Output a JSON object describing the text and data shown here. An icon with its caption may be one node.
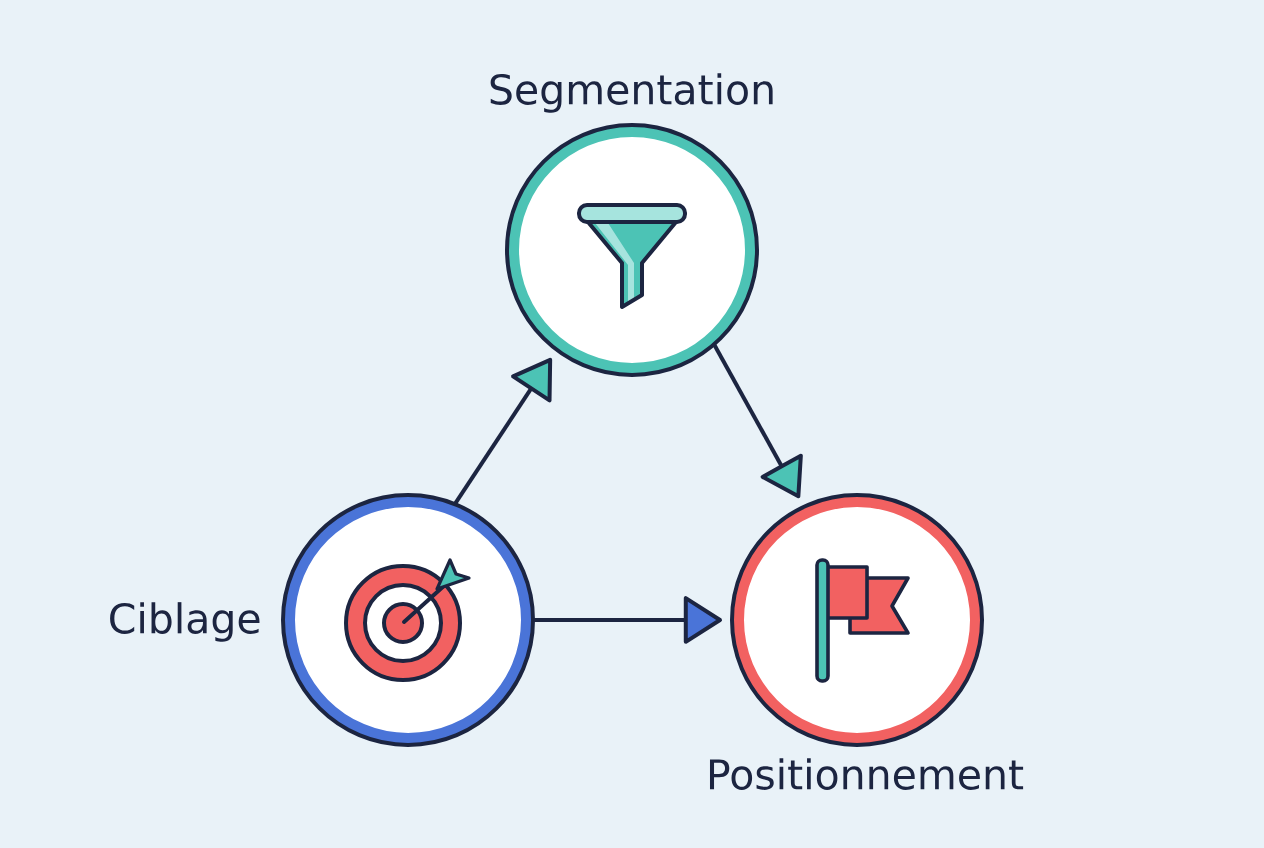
{
  "diagram": {
    "nodes": [
      {
        "text": [
          "Segmentation"
        ]
      },
      {
        "text": [
          "Ciblage"
        ]
      },
      {
        "text": [
          "Positionnement"
        ]
      }
    ],
    "edges": [
      {
        "from": 1,
        "to": 0,
        "arrow": "to"
      },
      {
        "from": 0,
        "to": 2,
        "arrow": "to"
      },
      {
        "from": 1,
        "to": 2,
        "arrow": "to"
      }
    ]
  }
}
